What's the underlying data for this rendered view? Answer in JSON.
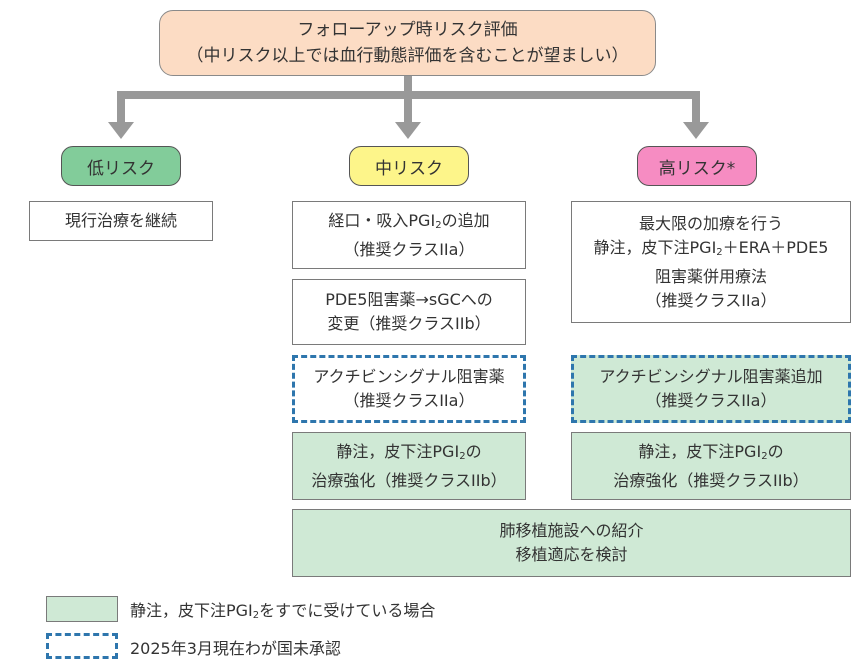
{
  "top": {
    "line1": "フォローアップ時リスク評価",
    "line2": "（中リスク以上では血行動態評価を含むことが望ましい）"
  },
  "risk_levels": {
    "low": "低リスク",
    "mid": "中リスク",
    "high": "高リスク*"
  },
  "colors": {
    "low": "#82cc9a",
    "mid": "#fdf58a",
    "high": "#f68cc2",
    "top": "#fcdcc4",
    "green_box": "#cfe9d5",
    "dashed_border": "#2e76ad",
    "arrow": "#999999"
  },
  "low_box": {
    "text": "現行治療を継続"
  },
  "mid_boxes": {
    "b1": {
      "pre": "経口・吸入PGI",
      "sub": "2",
      "post": "の追加",
      "line2": "（推奨クラスIIa）"
    },
    "b2": {
      "line1": "PDE5阻害薬→sGCへの",
      "line2": "変更（推奨クラスIIb）"
    },
    "b3": {
      "line1": "アクチビンシグナル阻害薬",
      "line2": "（推奨クラスIIa）"
    },
    "b4": {
      "pre": "静注，皮下注PGI",
      "sub": "2",
      "post": "の",
      "line2": "治療強化（推奨クラスIIb）"
    }
  },
  "high_boxes": {
    "b1": {
      "line1": "最大限の加療を行う",
      "pre": "静注，皮下注PGI",
      "sub": "2",
      "post": "＋ERA＋PDE5",
      "line3": "阻害薬併用療法",
      "line4": "（推奨クラスIIa）"
    },
    "b2": {
      "line1": "アクチビンシグナル阻害薬追加",
      "line2": "（推奨クラスIIa）"
    },
    "b3": {
      "pre": "静注，皮下注PGI",
      "sub": "2",
      "post": "の",
      "line2": "治療強化（推奨クラスIIb）"
    }
  },
  "bottom_box": {
    "line1": "肺移植施設への紹介",
    "line2": "移植適応を検討"
  },
  "legend": {
    "green": {
      "pre": "静注，皮下注PGI",
      "sub": "2",
      "post": "をすでに受けている場合"
    },
    "dashed": {
      "text": "2025年3月現在わが国未承認"
    }
  }
}
